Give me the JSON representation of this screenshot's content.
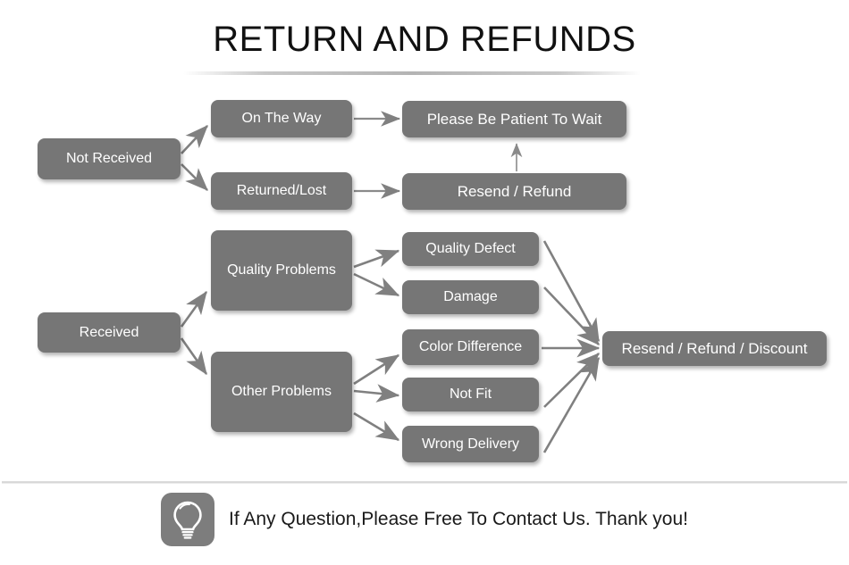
{
  "title": "RETURN AND REFUNDS",
  "colors": {
    "node_fill": "#767676",
    "node_text": "#ffffff",
    "arrow": "#808080",
    "title_text": "#111111",
    "background": "#ffffff",
    "badge_fill": "#7d7d7d"
  },
  "flow": {
    "not_received": {
      "root": "Not Received",
      "branches": [
        "On The Way",
        "Returned/Lost"
      ],
      "outcomes": [
        "Please Be Patient To Wait",
        "Resend / Refund"
      ]
    },
    "received": {
      "root": "Received",
      "branches": [
        "Quality Problems",
        "Other Problems"
      ],
      "quality_reasons": [
        "Quality Defect",
        "Damage"
      ],
      "other_reasons": [
        "Color Difference",
        "Not Fit",
        "Wrong Delivery"
      ],
      "outcome": "Resend / Refund / Discount"
    }
  },
  "nodes": {
    "not_received": "Not Received",
    "on_the_way": "On The Way",
    "returned_lost": "Returned/Lost",
    "please_wait": "Please Be Patient To Wait",
    "resend_refund": "Resend / Refund",
    "received": "Received",
    "quality_problems": "Quality Problems",
    "other_problems": "Other Problems",
    "quality_defect": "Quality Defect",
    "damage": "Damage",
    "color_difference": "Color Difference",
    "not_fit": "Not Fit",
    "wrong_delivery": "Wrong Delivery",
    "resend_refund_discount": "Resend / Refund / Discount"
  },
  "footer": {
    "icon": "lightbulb-icon",
    "message": "If Any Question,Please Free To Contact Us. Thank you!"
  }
}
